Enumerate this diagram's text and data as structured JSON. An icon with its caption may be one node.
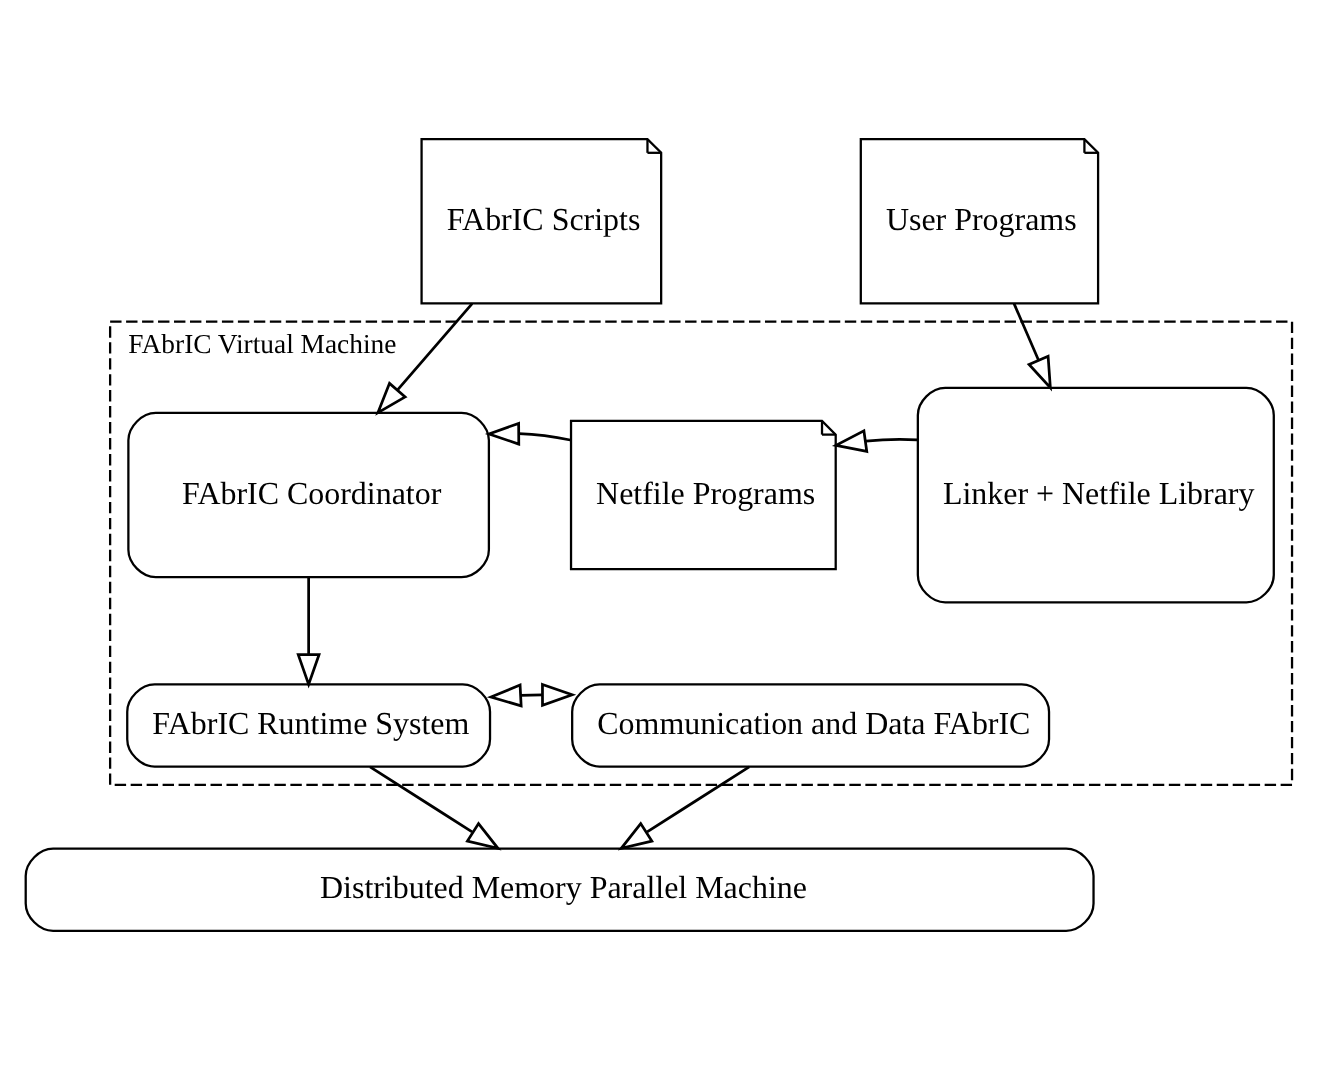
{
  "diagram": {
    "nodes": [
      {
        "text": [
          "FAbrIC Scripts"
        ]
      },
      {
        "text": [
          "User Programs"
        ]
      },
      {
        "text": [
          "FAbrIC Virtual Machine"
        ]
      },
      {
        "text": [
          "FAbrIC Coordinator"
        ],
        "in": 2
      },
      {
        "text": [
          "Netfile Programs"
        ],
        "in": 2
      },
      {
        "text": [
          "Linker + Netfile Library"
        ],
        "in": 2
      },
      {
        "text": [
          "FAbrIC Runtime System"
        ],
        "in": 2
      },
      {
        "text": [
          "Communication and Data FAbrIC"
        ],
        "in": 2
      },
      {
        "text": [
          "Distributed Memory Parallel Machine"
        ]
      }
    ],
    "edges": [
      {
        "from": 0,
        "to": 3,
        "arrow": "to"
      },
      {
        "from": 1,
        "to": 5,
        "arrow": "to"
      },
      {
        "from": 5,
        "to": 4,
        "arrow": "to"
      },
      {
        "from": 4,
        "to": 3,
        "arrow": "to"
      },
      {
        "from": 3,
        "to": 6,
        "arrow": "to"
      },
      {
        "from": 6,
        "to": 7,
        "arrow": "both"
      },
      {
        "from": 6,
        "to": 8,
        "arrow": "to"
      },
      {
        "from": 7,
        "to": 8,
        "arrow": "to"
      }
    ]
  }
}
